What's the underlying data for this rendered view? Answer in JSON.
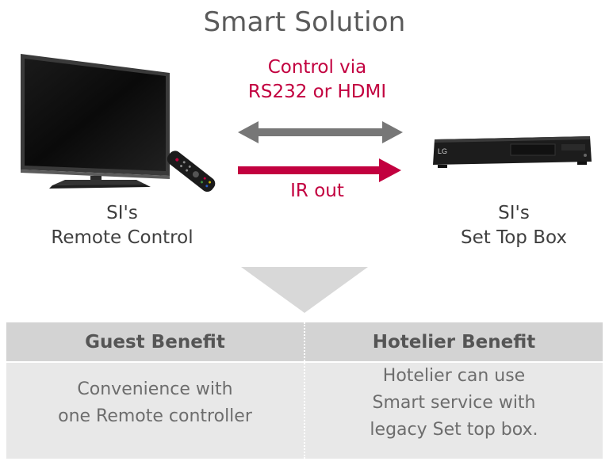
{
  "title": "Smart Solution",
  "arrows": {
    "top_label_line1": "Control via",
    "top_label_line2": "RS232 or HDMI",
    "bottom_label": "IR out",
    "bidirectional_color": "#777777",
    "ir_color": "#c2003f"
  },
  "devices": {
    "tv": {
      "icon": "tv-with-remote-icon",
      "label_line1": "SI's",
      "label_line2": "Remote Control"
    },
    "stb": {
      "icon": "set-top-box-icon",
      "label_line1": "SI's",
      "label_line2": "Set Top Box",
      "brand": "LG"
    }
  },
  "table": {
    "headers": [
      "Guest Benefit",
      "Hotelier Benefit"
    ],
    "guest_lines": [
      "Convenience with",
      "one Remote controller"
    ],
    "hotelier_lines": [
      "Hotelier can use",
      "Smart service with",
      "legacy Set top box."
    ]
  }
}
